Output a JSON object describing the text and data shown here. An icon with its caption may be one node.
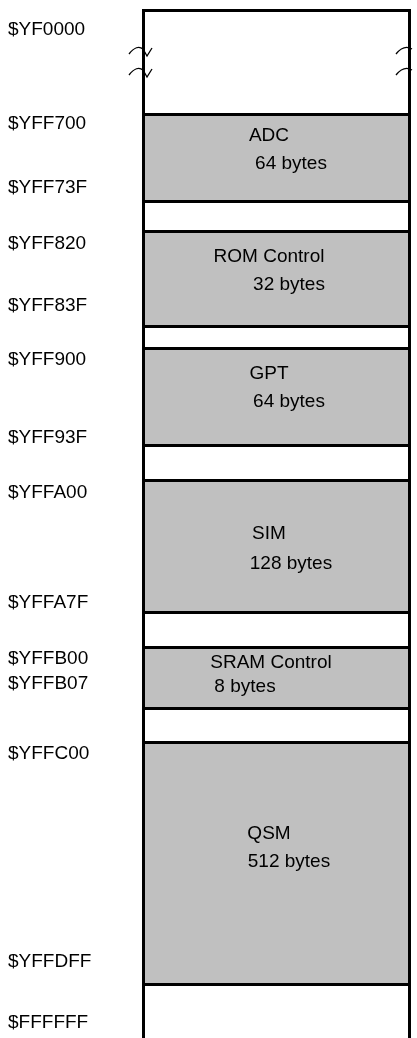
{
  "diagram": {
    "nodes": [
      {
        "text": [],
        "shape": "box"
      },
      {
        "text": [
          "ADC",
          "64 bytes"
        ],
        "in": 0
      },
      {
        "text": [
          "ROM Control",
          "32 bytes"
        ],
        "in": 0
      },
      {
        "text": [
          "GPT",
          "64 bytes"
        ],
        "in": 0
      },
      {
        "text": [
          "SIM",
          "128 bytes"
        ],
        "in": 0
      },
      {
        "text": [
          "SRAM Control",
          "8 bytes"
        ],
        "in": 0
      },
      {
        "text": [
          "QSM",
          "512 bytes"
        ],
        "in": 0
      }
    ],
    "edges": [],
    "labels": [
      "$YF0000",
      "$YFF700",
      "$YFF73F",
      "$YFF820",
      "$YFF83F",
      "$YFF900",
      "$YFF93F",
      "$YFFA00",
      "$YFFA7F",
      "$YFFB00",
      "$YFFB07",
      "$YFFC00",
      "$YFFDFF",
      "$FFFFFF"
    ]
  }
}
